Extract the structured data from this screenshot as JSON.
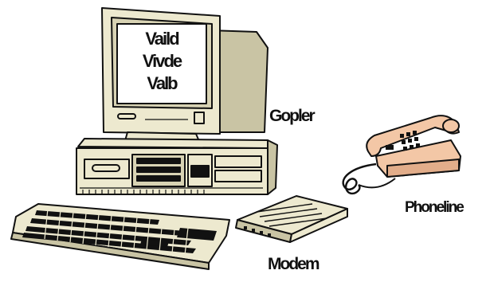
{
  "screen": {
    "lines": [
      "Vaild",
      "Vivde",
      "Valb"
    ]
  },
  "labels": {
    "computer": "Gopler",
    "phoneline": "Phoneline",
    "modem": "Modem"
  },
  "colors": {
    "ink": "#111111",
    "body": "#ede9cf",
    "shadow": "#c9c4a4",
    "screen": "#ffffff",
    "phone": "#f3c7a6",
    "paper": "#ffffff"
  },
  "icons": [
    "computer-icon",
    "monitor-icon",
    "keyboard-icon",
    "modem-icon",
    "telephone-icon"
  ]
}
